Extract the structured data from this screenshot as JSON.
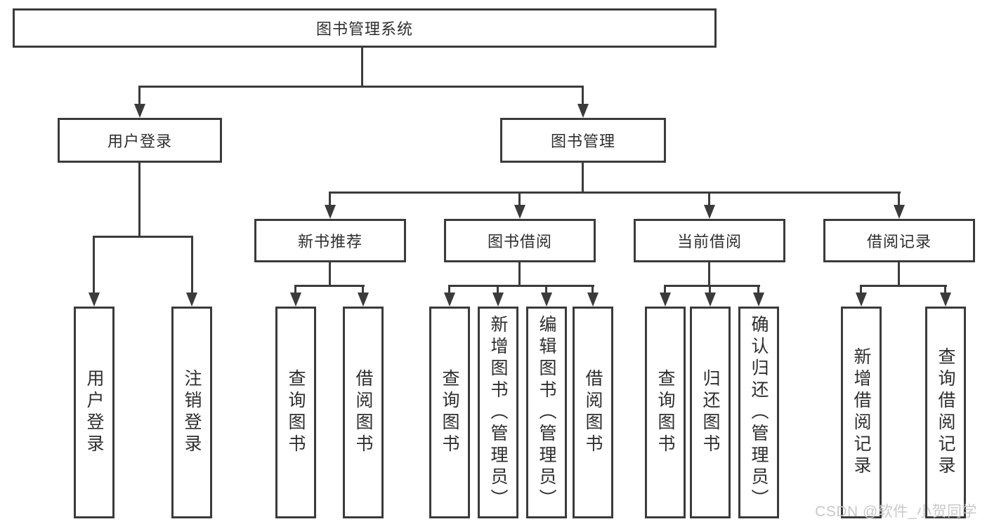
{
  "diagram": {
    "type": "tree",
    "colors": {
      "line": "#3b3b3b",
      "text": "#2e2e2e",
      "box_background": "#ffffff",
      "page_background": "#ffffff",
      "watermark": "#c9c9cb"
    },
    "nodes": {
      "root": "图书管理系统",
      "level2": [
        "用户登录",
        "图书管理"
      ],
      "level3": [
        "新书推荐",
        "图书借阅",
        "当前借阅",
        "借阅记录"
      ],
      "leaves": {
        "login": [
          "用户登录",
          "注销登录"
        ],
        "recommend": [
          "查询图书",
          "借阅图书"
        ],
        "borrow": [
          "查询图书",
          "新增图书（管理员）",
          "编辑图书（管理员）",
          "借阅图书"
        ],
        "current": [
          "查询图书",
          "归还图书",
          "确认归还（管理员）"
        ],
        "records": [
          "新增借阅记录",
          "查询借阅记录"
        ]
      }
    },
    "hierarchy": {
      "图书管理系统": {
        "用户登录": [
          "用户登录",
          "注销登录"
        ],
        "图书管理": {
          "新书推荐": [
            "查询图书",
            "借阅图书"
          ],
          "图书借阅": [
            "查询图书",
            "新增图书（管理员）",
            "编辑图书（管理员）",
            "借阅图书"
          ],
          "当前借阅": [
            "查询图书",
            "归还图书",
            "确认归还（管理员）"
          ],
          "借阅记录": [
            "新增借阅记录",
            "查询借阅记录"
          ]
        }
      }
    }
  },
  "watermark": {
    "text": "CSDN @软件_小贺同学"
  }
}
